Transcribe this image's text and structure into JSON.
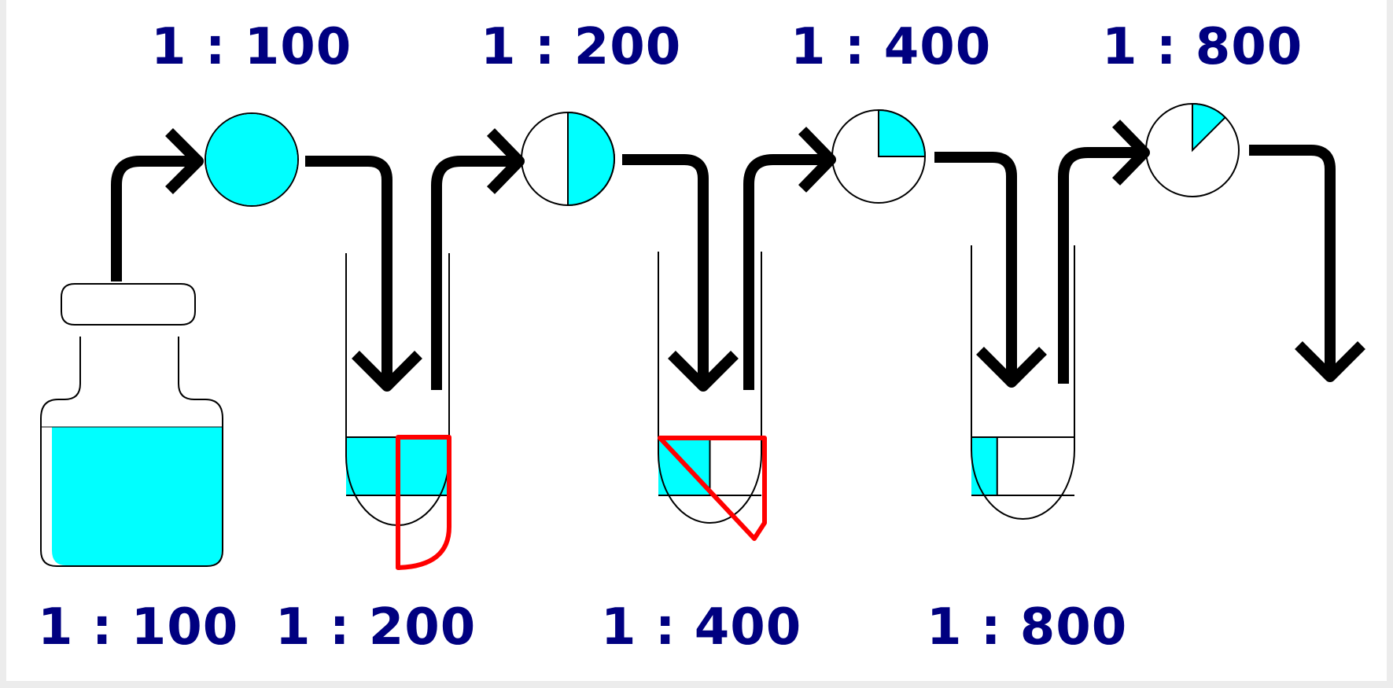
{
  "colors": {
    "liquid": "#00ffff",
    "label": "#000080",
    "highlight": "#ff0000",
    "outline": "#000000",
    "arrow": "#000000"
  },
  "top_labels": [
    "1 : 100",
    "1 : 200",
    "1 : 400",
    "1 : 800"
  ],
  "bottom_labels": [
    "1 : 100",
    "1 : 200",
    "1 : 400",
    "1 : 800"
  ],
  "pie_fractions": [
    1,
    0.5,
    0.25,
    0.125
  ],
  "tube_fill_fractions": [
    1,
    0.5,
    0.25
  ]
}
